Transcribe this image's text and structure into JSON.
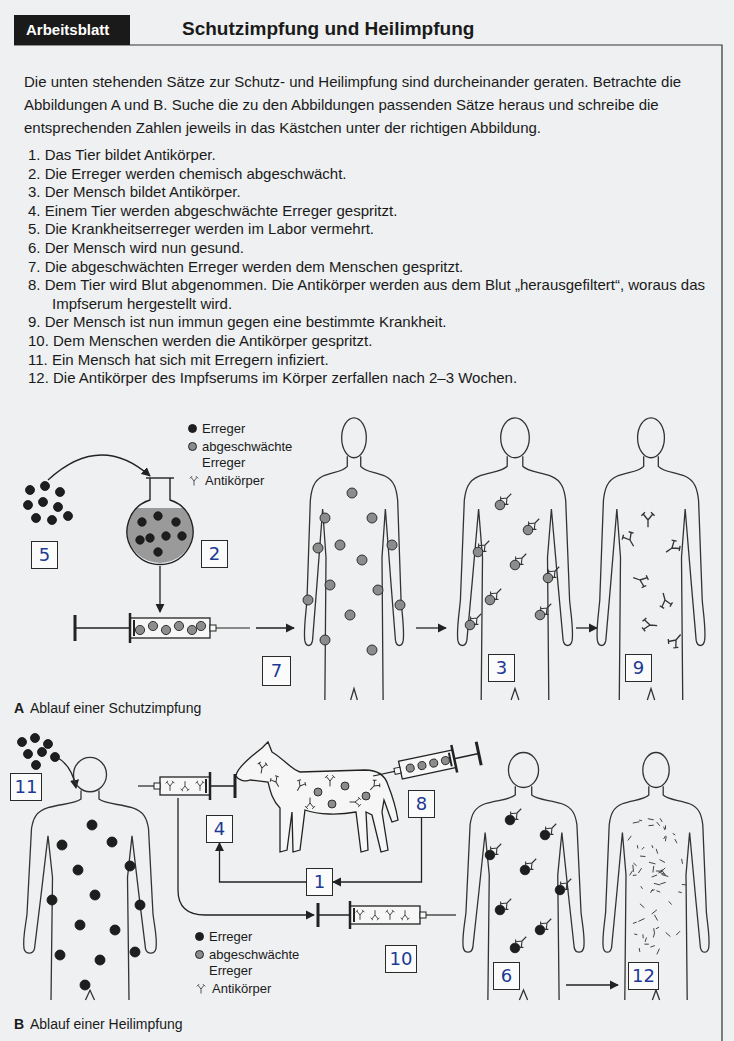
{
  "diagram": {
    "title": "Schutzimpfung und Heilimpfung",
    "nodes": [
      {
        "text": [
          "5"
        ]
      },
      {
        "text": [
          "2"
        ]
      },
      {
        "text": [
          "7"
        ]
      },
      {
        "text": [
          "3"
        ]
      },
      {
        "text": [
          "9"
        ]
      },
      {
        "text": [
          "11"
        ]
      },
      {
        "text": [
          "8"
        ]
      },
      {
        "text": [
          "4"
        ]
      },
      {
        "text": [
          "1"
        ]
      },
      {
        "text": [
          "10"
        ]
      },
      {
        "text": [
          "6"
        ]
      },
      {
        "text": [
          "12"
        ]
      }
    ],
    "edges": [
      {
        "from": 6,
        "to": 8,
        "arrow": "to"
      },
      {
        "from": 8,
        "to": 7,
        "arrow": "to"
      }
    ],
    "labels": [
      "Arbeitsblatt",
      "Die unten stehenden Sätze zur Schutz- und Heilimpfung sind durcheinander geraten. Betrachte die Abbildungen A und B. Suche die zu den Abbildungen passenden Sätze heraus und schreibe die entsprechenden Zahlen jeweils in das Kästchen unter der richtigen Abbildung.",
      "1. Das Tier bildet Antikörper.",
      "2. Die Erreger werden chemisch abgeschwächt.",
      "3. Der Mensch bildet Antikörper.",
      "4. Einem Tier werden abgeschwächte Erreger gespritzt.",
      "5. Die Krankheitserreger werden im Labor vermehrt.",
      "6. Der Mensch wird nun gesund.",
      "7. Die abgeschwächten Erreger werden dem Menschen gespritzt.",
      "8. Dem Tier wird Blut abgenommen. Die Antikörper werden aus dem Blut „herausgefiltert“, woraus das Impfserum hergestellt wird.",
      "9. Der Mensch ist nun immun gegen eine bestimmte Krankheit.",
      "10. Dem Menschen werden die Antikörper gespritzt.",
      "11. Ein Mensch hat sich mit Erregern infiziert.",
      "12. Die Antikörper des Impfserums im Körper zerfallen nach 2–3 Wochen.",
      "A",
      "Ablauf einer Schutzimpfung",
      "B",
      "Ablauf einer Heilimpfung"
    ],
    "legend": [
      {
        "text": "Erreger",
        "color": "#1e1e1e"
      },
      {
        "text": "abgeschwächte Erreger",
        "color": "#8c8c8c"
      },
      {
        "text": "Antikörper"
      },
      {
        "text": "Erreger",
        "color": "#1e1e1e"
      },
      {
        "text": "abgeschwächte Erreger",
        "color": "#8c8c8c"
      },
      {
        "text": "Antikörper"
      }
    ]
  }
}
